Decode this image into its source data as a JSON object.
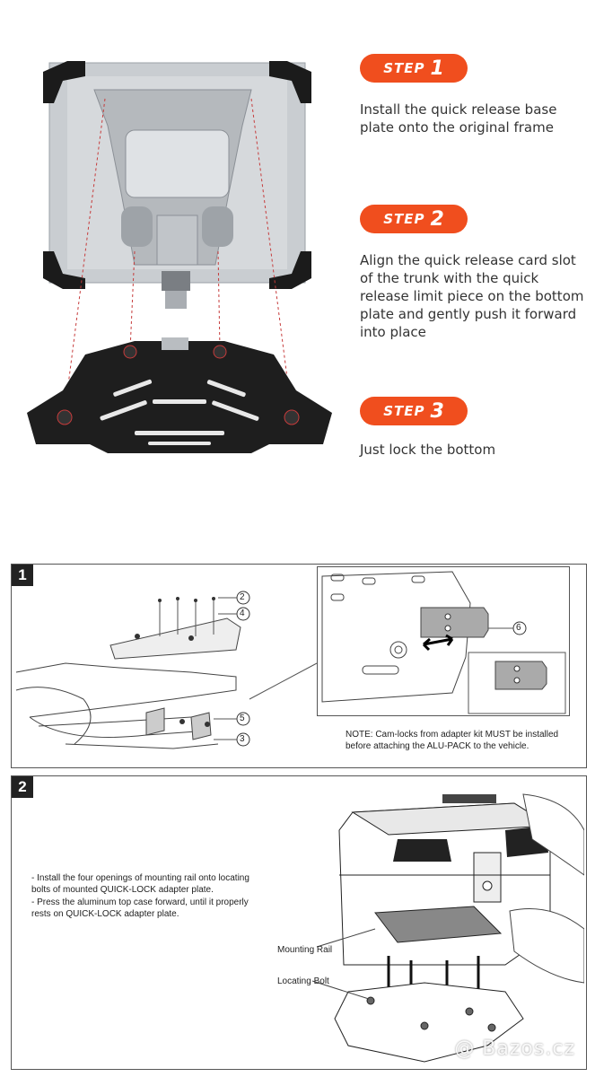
{
  "steps": [
    {
      "word": "STEP",
      "number": "1",
      "text": "Install the quick release base plate onto the original frame"
    },
    {
      "word": "STEP",
      "number": "2",
      "text": "Align the quick release card slot of the trunk with the quick release limit piece on the bottom plate and gently push it forward into place"
    },
    {
      "word": "STEP",
      "number": "3",
      "text": "Just lock the bottom"
    }
  ],
  "panel1": {
    "number": "1",
    "callouts": [
      "2",
      "4",
      "5",
      "3",
      "6"
    ],
    "note_line1": "NOTE: Cam-locks from adapter kit MUST be installed",
    "note_line2": "before attaching the ALU-PACK to the vehicle."
  },
  "panel2": {
    "number": "2",
    "instr1_a": "- Install the four openings of mounting rail onto locating",
    "instr1_b": "bolts of mounted QUICK-LOCK adapter plate.",
    "instr2_a": "- Press the aluminum top case forward, until it properly",
    "instr2_b": "rests on  QUICK-LOCK  adapter plate.",
    "label_rail": "Mounting Rail",
    "label_bolt": "Locating Bolt"
  },
  "watermark": "@ Bazos.cz",
  "colors": {
    "accent": "#f04e1e",
    "case_silver": "#c9cdd1",
    "plate_black": "#1e1e1e"
  }
}
